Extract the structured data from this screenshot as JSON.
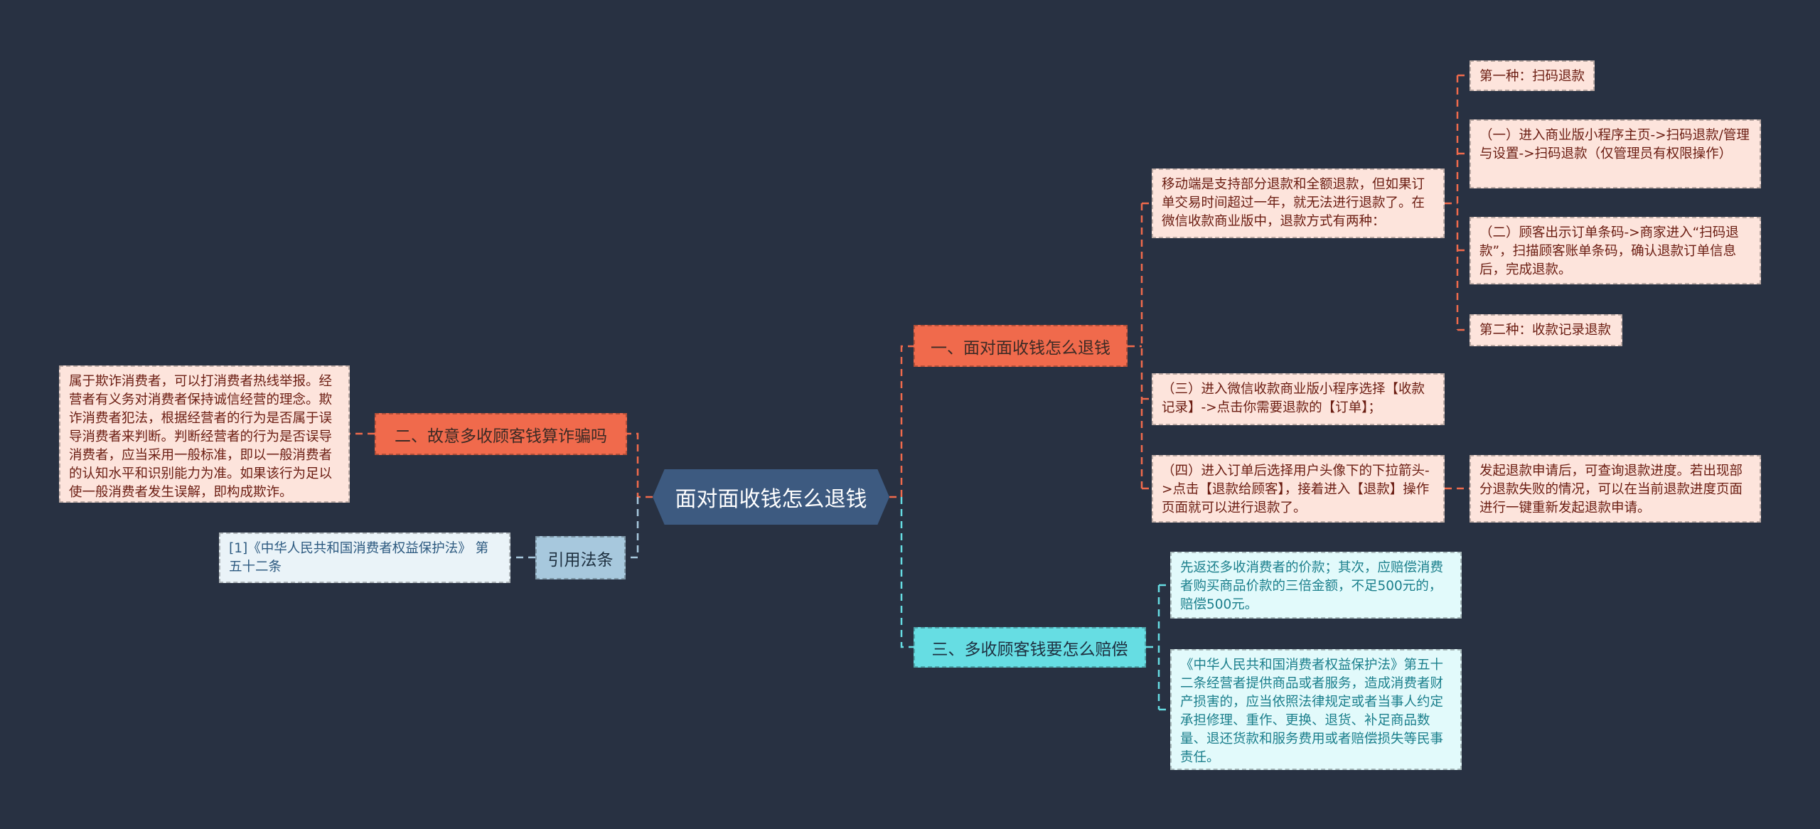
{
  "center": {
    "title": "面对面收钱怎么退钱"
  },
  "branches": {
    "one": {
      "label": "一、面对面收钱怎么退钱"
    },
    "two": {
      "label": "二、故意多收顾客钱算诈骗吗"
    },
    "three": {
      "label": "三、多收顾客钱要怎么赔偿"
    },
    "cite": {
      "label": "引用法条"
    }
  },
  "leaves": {
    "mobile": "移动端是支持部分退款和全额退款，但如果订单交易时间超过一年，就无法进行退款了。在微信收款商业版中，退款方式有两种：",
    "first": "第一种：扫码退款",
    "step1": "（一）进入商业版小程序主页->扫码退款/管理与设置->扫码退款（仅管理员有权限操作）",
    "step2": "（二）顾客出示订单条码->商家进入“扫码退款”，扫描顾客账单条码，确认退款订单信息后，完成退款。",
    "second": "第二种：收款记录退款",
    "step3": "（三）进入微信收款商业版小程序选择【收款记录】->点击你需要退款的【订单】；",
    "step4": "（四）进入订单后选择用户头像下的下拉箭头->点击【退款给顾客】，接着进入【退款】操作页面就可以进行退款了。",
    "progress": "发起退款申请后，可查询退款进度。若出现部分退款失败的情况，可以在当前退款进度页面进行一键重新发起退款申请。",
    "fraud": "属于欺诈消费者，可以打消费者热线举报。经营者有义务对消费者保持诚信经营的理念。欺诈消费者犯法，根据经营者的行为是否属于误导消费者来判断。判断经营者的行为是否误导消费者，应当采用一般标准，即以一般消费者的认知水平和识别能力为准。如果该行为足以使一般消费者发生误解，即构成欺诈。",
    "citation": "[1]《中华人民共和国消费者权益保护法》 第五十二条",
    "refund": "先返还多收消费者的价款；其次，应赔偿消费者购买商品价款的三倍金额，不足500元的，赔偿500元。",
    "law": "《中华人民共和国消费者权益保护法》第五十二条经营者提供商品或者服务，造成消费者财产损害的，应当依照法律规定或者当事人约定承担修理、重作、更换、退货、补足商品数量、退还货款和服务费用或者赔偿损失等民事责任。"
  },
  "colors": {
    "background": "#283142",
    "center": "#3d5a80",
    "orange": "#f06a4c",
    "cyan": "#66dde3",
    "blue": "#a7c8dd"
  }
}
